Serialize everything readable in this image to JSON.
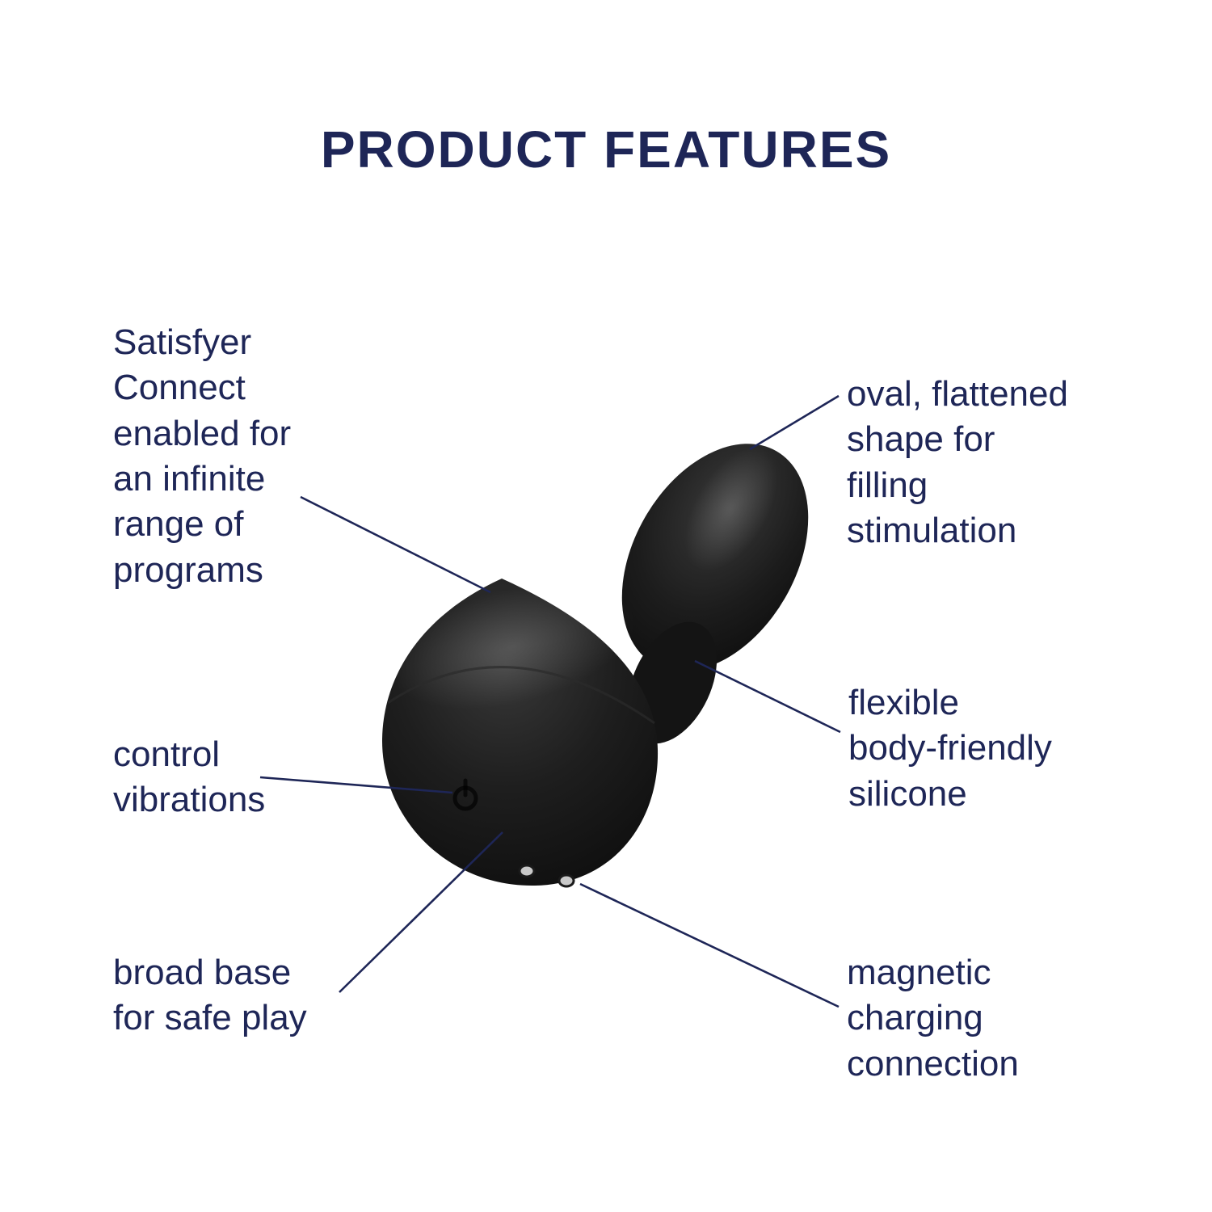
{
  "title": "PRODUCT FEATURES",
  "colors": {
    "navy": "#1e2657",
    "product_dark": "#121212",
    "product_mid": "#2e2e2e",
    "contact_silver": "#c9c9c9"
  },
  "labels": {
    "connect": "Satisfyer\nConnect\nenabled for\nan infinite\nrange of\nprograms",
    "oval": "oval, flattened\nshape for\nfilling\nstimulation",
    "flexible": "flexible\nbody-friendly\nsilicone",
    "control": "control\nvibrations",
    "broad": "broad base\nfor safe play",
    "magnetic": "magnetic\ncharging\nconnection"
  },
  "icons": {
    "power": "power-symbol",
    "charging": "magnetic-charging-contacts"
  }
}
